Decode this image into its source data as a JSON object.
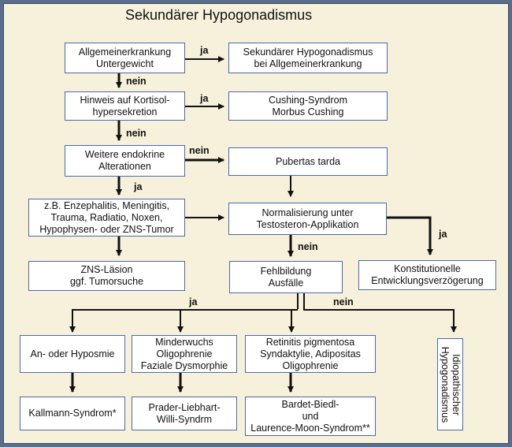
{
  "title": "Sekundärer Hypogonadismus",
  "boxes": {
    "allgemein": "Allgemeinerkrankung\nUntergewicht",
    "sek_allgemein": "Sekundärer Hypogonadismus\nbei Allgemeinerkrankung",
    "kortisol": "Hinweis auf Kortisol-\nhypersekretion",
    "cushing": "Cushing-Syndrom\nMorbus Cushing",
    "endokrin": "Weitere endokrine\nAlterationen",
    "pubertas": "Pubertas tarda",
    "enzephalitis": "z.B. Enzephalitis, Meningitis,\nTrauma, Radiatio, Noxen,\nHypophysen- oder ZNS-Tumor",
    "normalisierung": "Normalisierung unter\nTestosteron-Applikation",
    "zns": "ZNS-Läsion\nggf. Tumorsuche",
    "fehlbildung": "Fehlbildung\nAusfälle",
    "konstitutionell": "Konstitutionelle\nEntwicklungsverzögerung",
    "hyposmie": "An- oder Hyposmie",
    "minderwuchs": "Minderwuchs\nOligophrenie\nFaziale Dysmorphie",
    "retinitis": "Retinitis pigmentosa\nSyndaktylie, Adipositas\nOligophrenie",
    "idiopathisch": "Idiopathischer\nHypogonadismus",
    "kallmann": "Kallmann-Syndrom*",
    "prader": "Prader-Liebhart-\nWilli-Syndrm",
    "bardet": "Bardet-Biedl-\nund\nLaurence-Moon-Syndrom**"
  },
  "labels": {
    "ja_1": "ja",
    "nein_1": "nein",
    "ja_2": "ja",
    "nein_2": "nein",
    "nein_3": "nein",
    "ja_3": "ja",
    "nein_4": "nein",
    "ja_4": "ja",
    "ja_5": "ja",
    "nein_5": "nein"
  }
}
